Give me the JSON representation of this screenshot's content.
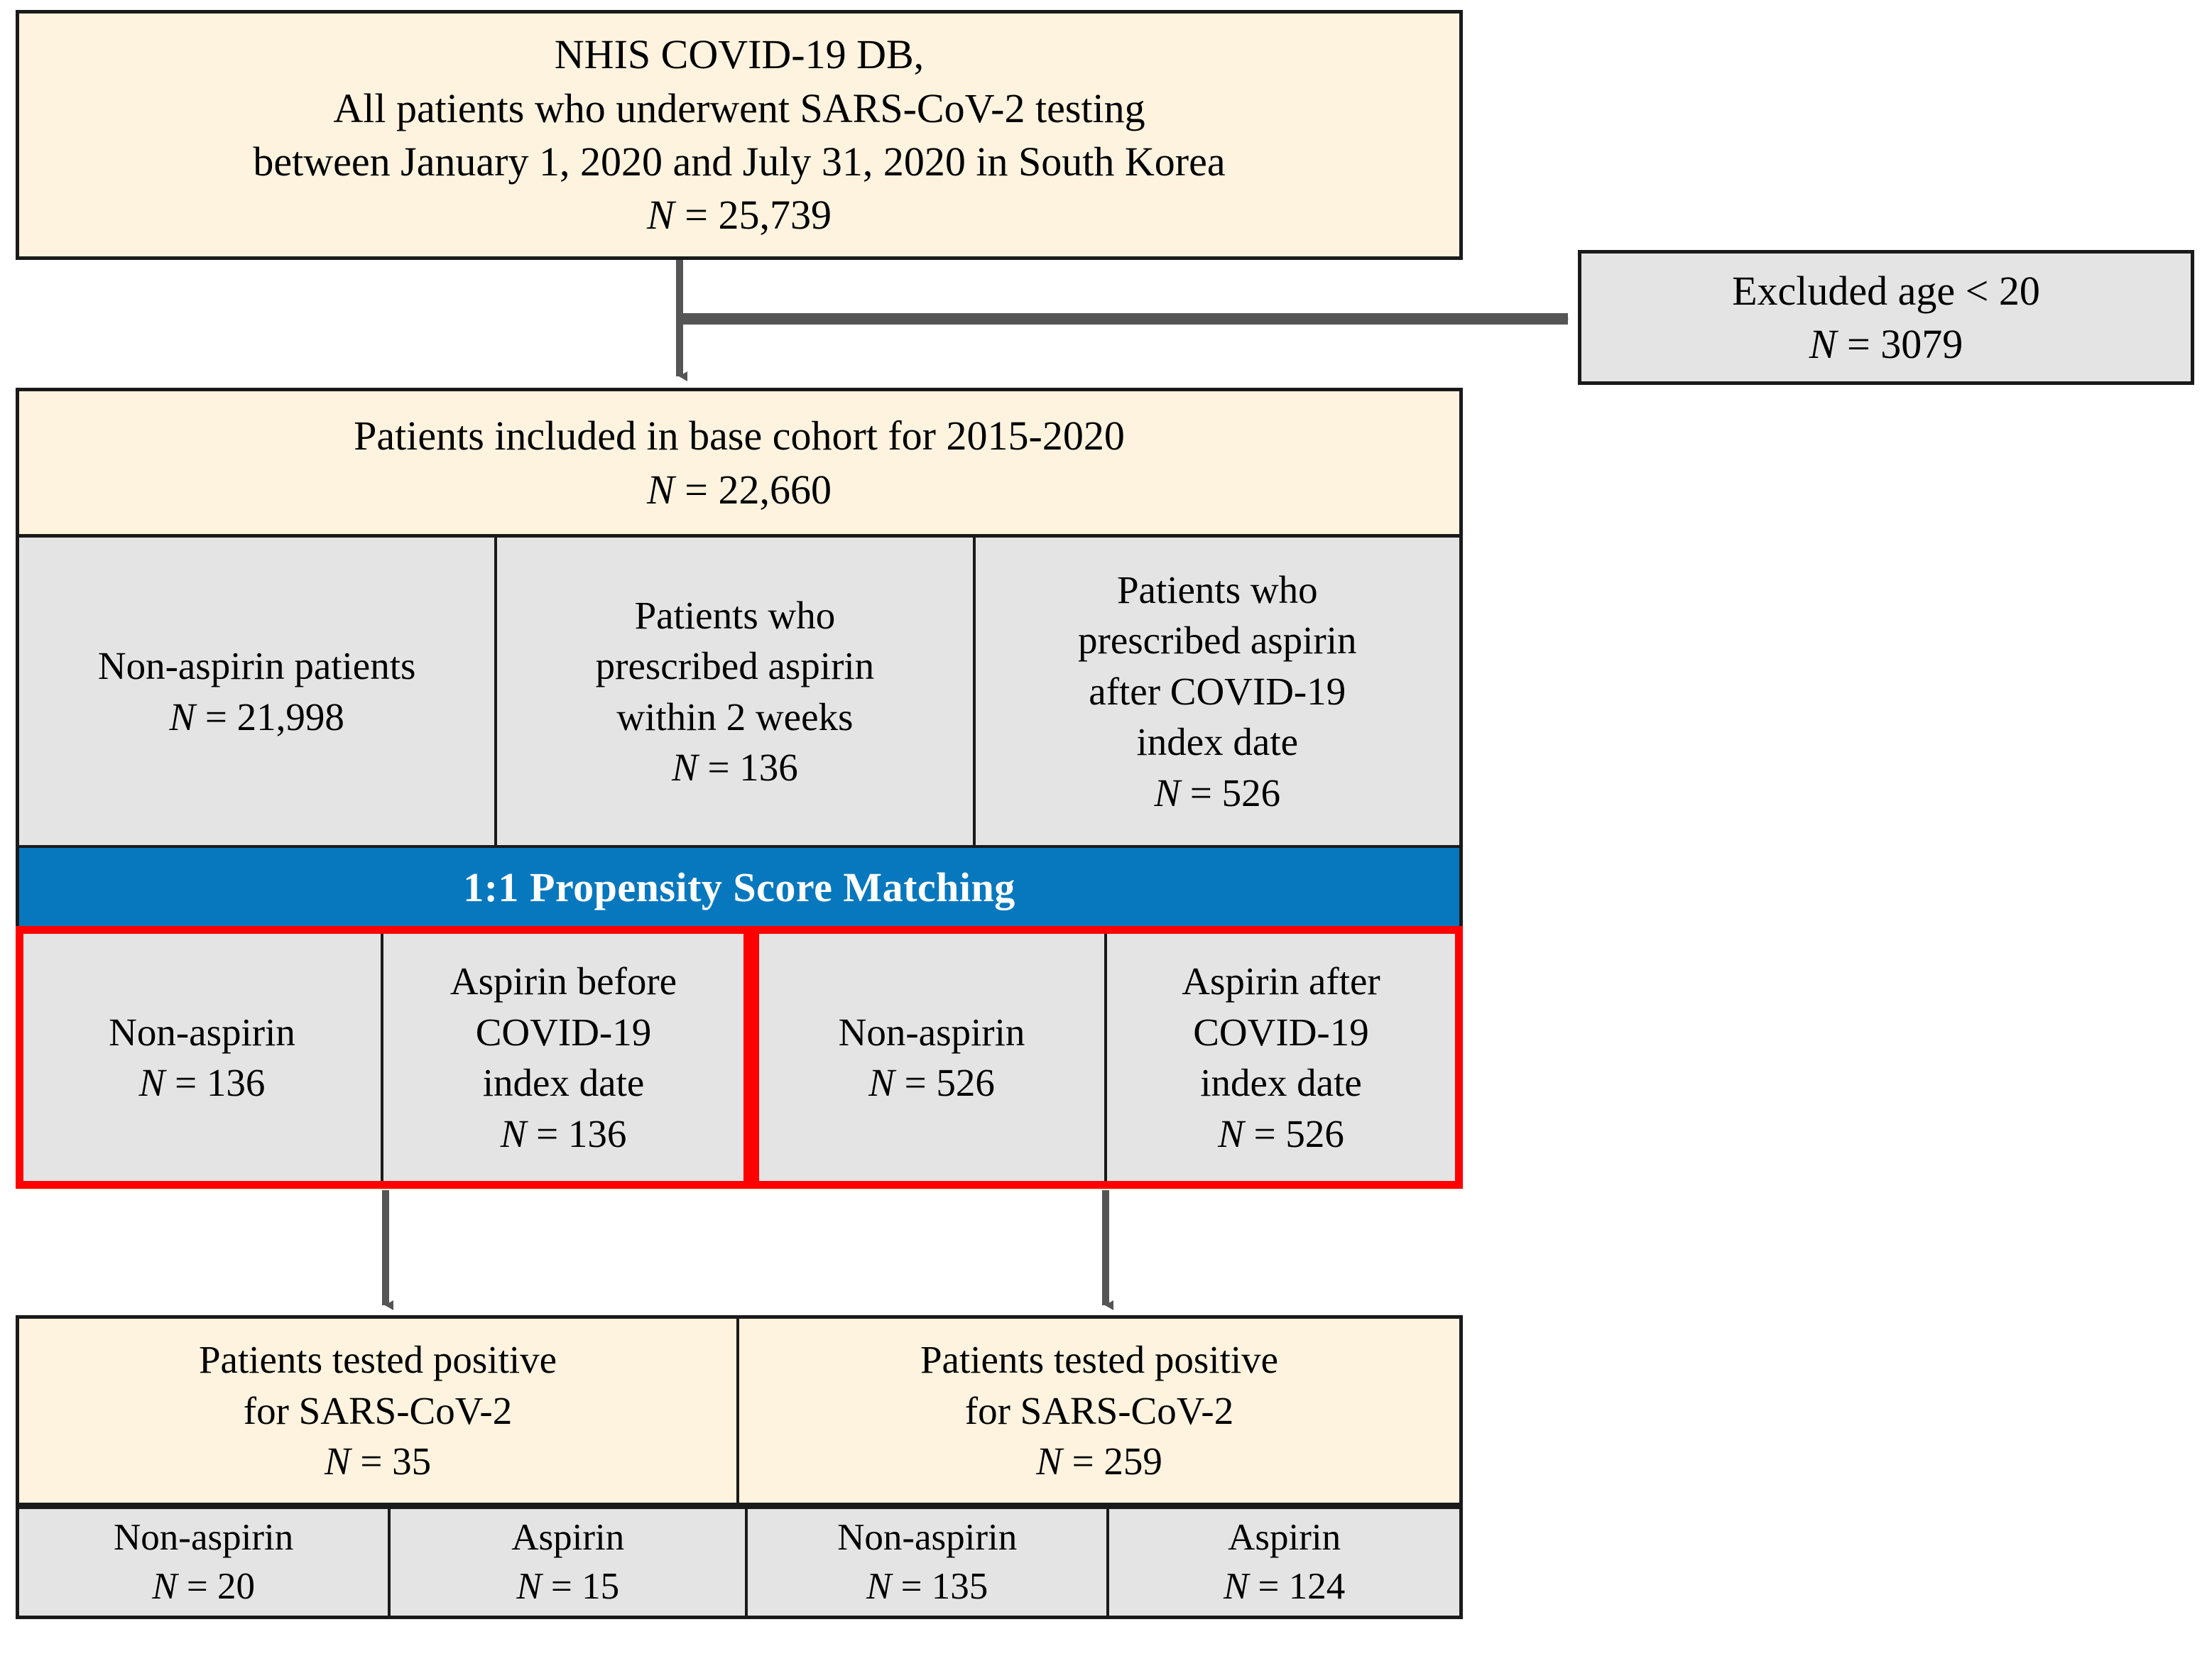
{
  "diagram": {
    "title": "CONSORT-style patient selection flowchart (NHIS COVID-19 DB, aspirin study)",
    "colors": {
      "cream": "#FDF3DF",
      "gray": "#E4E4E4",
      "blue_banner": "#0878BE",
      "red_highlight": "#FF0000",
      "border": "#1A1A1A",
      "arrow": "#555555"
    }
  },
  "source_box": {
    "line1": "NHIS COVID-19 DB,",
    "line2": "All patients who underwent SARS-CoV-2 testing",
    "line3": "between January 1, 2020 and July 31, 2020 in South Korea",
    "n_label": "N",
    "n_eq": " = ",
    "n_value": "25,739"
  },
  "excluded_box": {
    "line1": "Excluded age < 20",
    "n_label": "N",
    "n_eq": " = ",
    "n_value": "3079"
  },
  "cohort_box": {
    "line1": "Patients included in base cohort for 2015-2020",
    "n_label": "N",
    "n_eq": " = ",
    "n_value": "22,660"
  },
  "exposure_row": {
    "cells": [
      {
        "lines": [
          "Non-aspirin patients"
        ],
        "n_label": "N",
        "n_eq": " = ",
        "n_value": "21,998"
      },
      {
        "lines": [
          "Patients who",
          "prescribed aspirin",
          "within 2 weeks"
        ],
        "n_label": "N",
        "n_eq": " = ",
        "n_value": "136"
      },
      {
        "lines": [
          "Patients who",
          "prescribed aspirin",
          "after COVID-19",
          "index date"
        ],
        "n_label": "N",
        "n_eq": " = ",
        "n_value": "526"
      }
    ]
  },
  "psm_banner": {
    "label": "1:1 Propensity Score Matching"
  },
  "matched_left_group": {
    "cells": [
      {
        "lines": [
          "Non-aspirin"
        ],
        "n_label": "N",
        "n_eq": " = ",
        "n_value": "136"
      },
      {
        "lines": [
          "Aspirin before",
          "COVID-19",
          "index date"
        ],
        "n_label": "N",
        "n_eq": " = ",
        "n_value": "136"
      }
    ]
  },
  "matched_right_group": {
    "cells": [
      {
        "lines": [
          "Non-aspirin"
        ],
        "n_label": "N",
        "n_eq": " = ",
        "n_value": "526"
      },
      {
        "lines": [
          "Aspirin after",
          "COVID-19",
          "index date"
        ],
        "n_label": "N",
        "n_eq": " = ",
        "n_value": "526"
      }
    ]
  },
  "positive_row": {
    "cells": [
      {
        "lines": [
          "Patients tested positive",
          "for SARS-CoV-2"
        ],
        "n_label": "N",
        "n_eq": " = ",
        "n_value": "35"
      },
      {
        "lines": [
          "Patients tested positive",
          "for SARS-CoV-2"
        ],
        "n_label": "N",
        "n_eq": " = ",
        "n_value": "259"
      }
    ]
  },
  "final_row": {
    "cells": [
      {
        "lines": [
          "Non-aspirin"
        ],
        "n_label": "N",
        "n_eq": " = ",
        "n_value": "20"
      },
      {
        "lines": [
          "Aspirin"
        ],
        "n_label": "N",
        "n_eq": " = ",
        "n_value": "15"
      },
      {
        "lines": [
          "Non-aspirin"
        ],
        "n_label": "N",
        "n_eq": " = ",
        "n_value": "135"
      },
      {
        "lines": [
          "Aspirin"
        ],
        "n_label": "N",
        "n_eq": " = ",
        "n_value": "124"
      }
    ]
  }
}
